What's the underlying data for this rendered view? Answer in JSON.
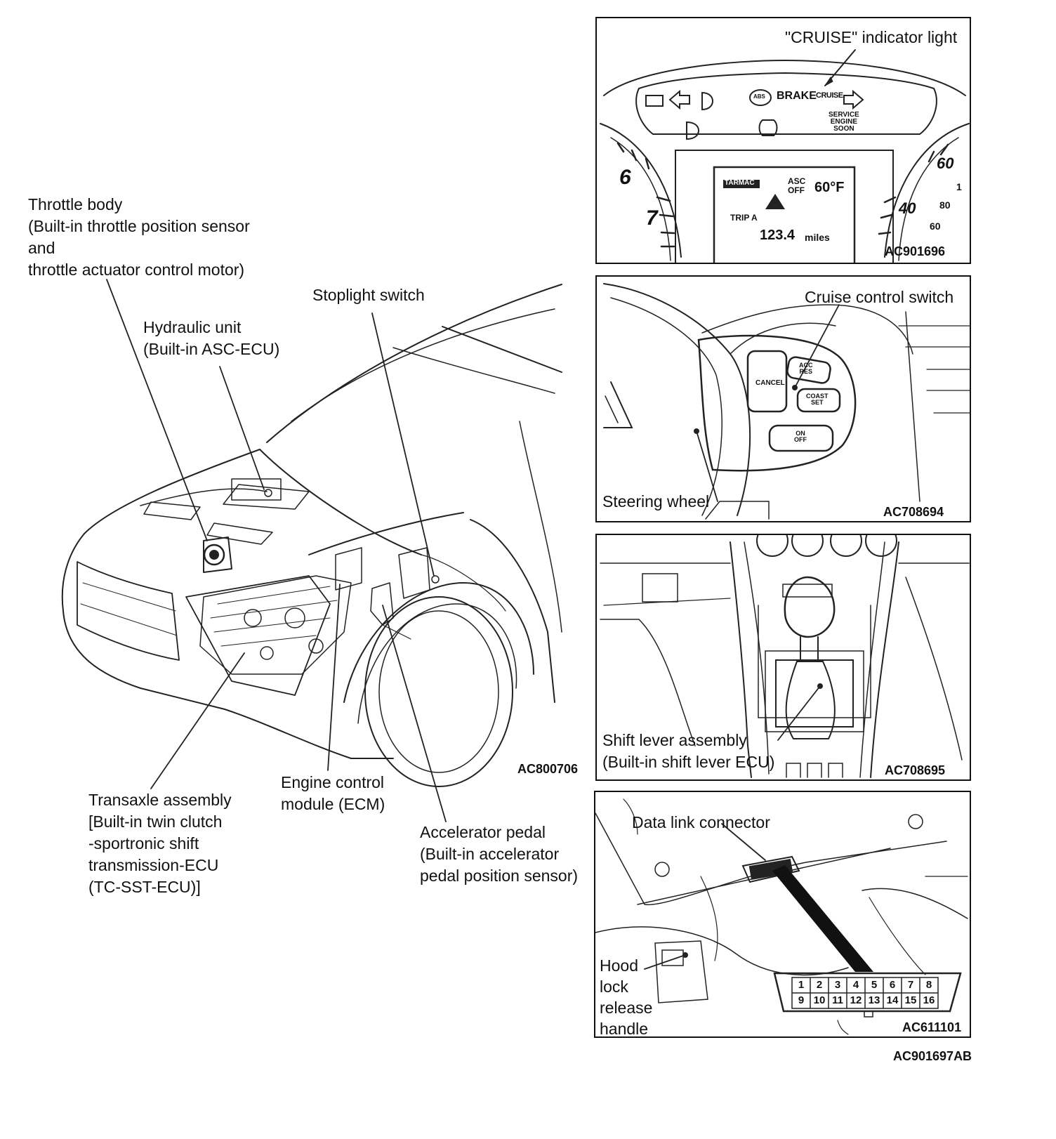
{
  "main_figure": {
    "code": "AC800706",
    "labels": {
      "throttle_body": "Throttle body\n(Built-in throttle position sensor\nand\nthrottle actuator control motor)",
      "hydraulic_unit": "Hydraulic unit\n(Built-in ASC-ECU)",
      "stoplight_switch": "Stoplight switch",
      "transaxle": "Transaxle assembly\n[Built-in twin clutch\n-sportronic shift\ntransmission-ECU\n(TC-SST-ECU)]",
      "ecm": "Engine control\nmodule (ECM)",
      "accelerator_pedal": "Accelerator pedal\n(Built-in accelerator\npedal position sensor)"
    }
  },
  "panel_cluster": {
    "code": "AC901696",
    "label": "\"CRUISE\" indicator light",
    "indicators": {
      "brake": "BRAKE",
      "cruise": "CRUISE",
      "service": "SERVICE\nENGINE\nSOON",
      "abs": "ABS"
    },
    "display": {
      "mode": "TARMAC",
      "asc": "ASC\nOFF",
      "temp": "60°F",
      "trip_label": "TRIP A",
      "trip_value": "123.4",
      "trip_unit": "miles"
    },
    "tach": [
      "6",
      "7"
    ],
    "speedo": [
      "60",
      "40",
      "1",
      "80",
      "60"
    ]
  },
  "panel_steering": {
    "code": "AC708694",
    "label_switch": "Cruise control switch",
    "label_wheel": "Steering wheel",
    "buttons": {
      "cancel": "CANCEL",
      "acc_res": "ACC\nRES",
      "coast_set": "COAST\nSET",
      "on_off": "ON\nOFF"
    }
  },
  "panel_shift": {
    "code": "AC708695",
    "label": "Shift lever assembly\n(Built-in shift lever ECU)"
  },
  "panel_dlc": {
    "code": "AC611101",
    "label_connector": "Data link connector",
    "label_hood": "Hood\nlock\nrelease\nhandle",
    "pins_top": [
      "1",
      "2",
      "3",
      "4",
      "5",
      "6",
      "7",
      "8"
    ],
    "pins_bottom": [
      "9",
      "10",
      "11",
      "12",
      "13",
      "14",
      "15",
      "16"
    ]
  },
  "figure_code": "AC901697AB"
}
